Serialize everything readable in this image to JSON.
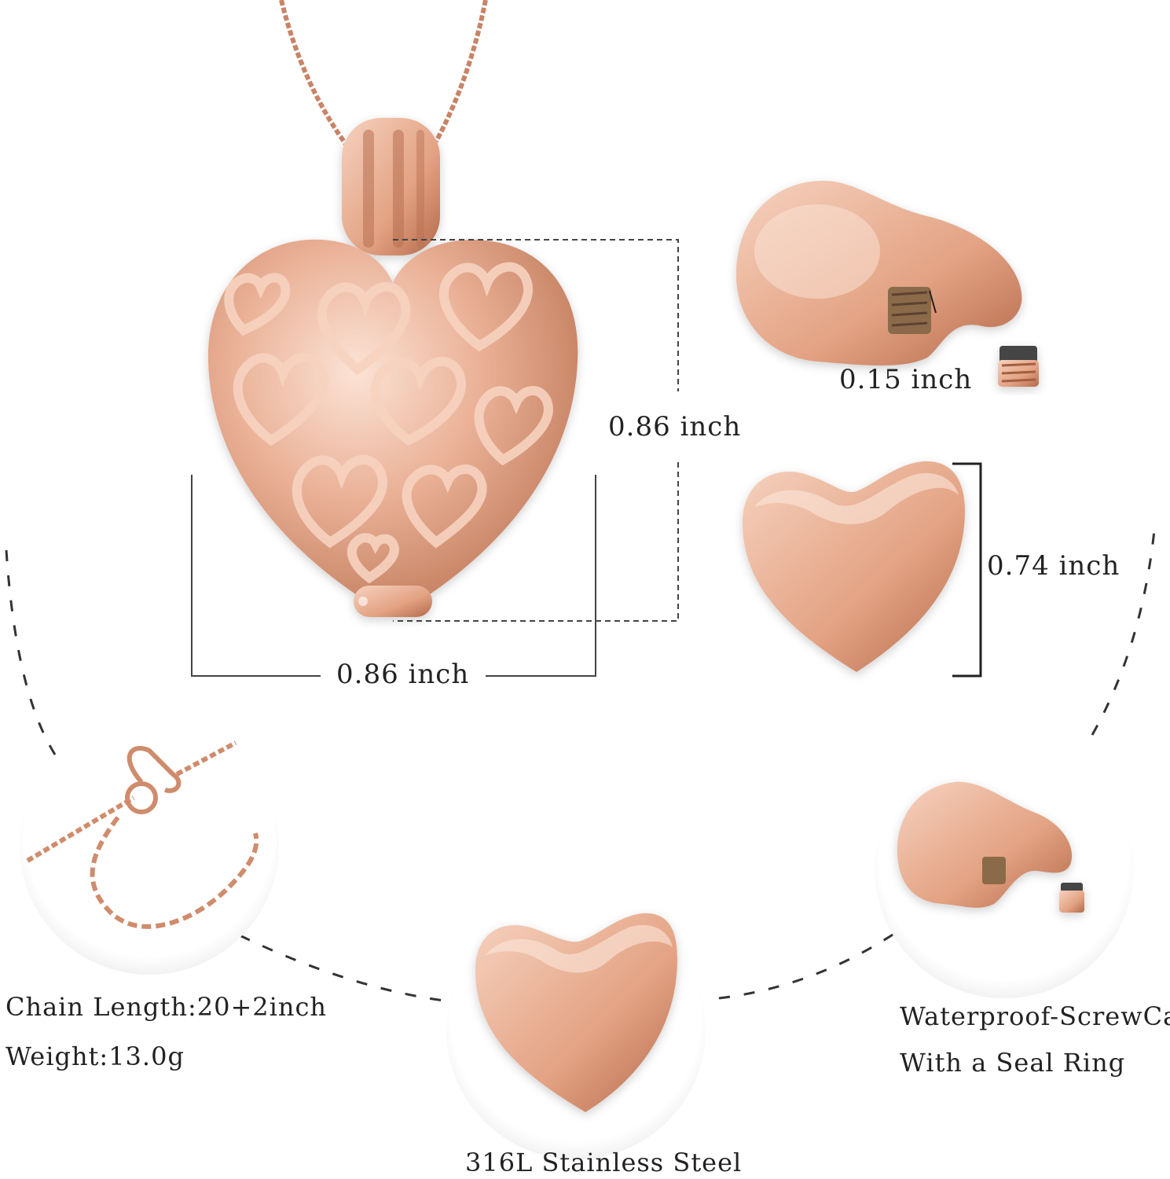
{
  "dimensions": {
    "pendant_height": "0.86 inch",
    "pendant_width": "0.86 inch",
    "screw_hole": "0.15 inch",
    "urn_height": "0.74 inch"
  },
  "features": {
    "chain_length": "Chain Length:20+2inch",
    "weight": "Weight:13.0g",
    "material": "316L Stainless Steel",
    "screwcap_line1": "Waterproof-ScrewCap",
    "screwcap_line2": "With a Seal Ring"
  },
  "colors": {
    "rose_gold": "#e8a98c",
    "rose_gold_dark": "#b97255",
    "rose_gold_light": "#f8dccd",
    "line": "#222222",
    "circle_bg": "#ffffff"
  }
}
